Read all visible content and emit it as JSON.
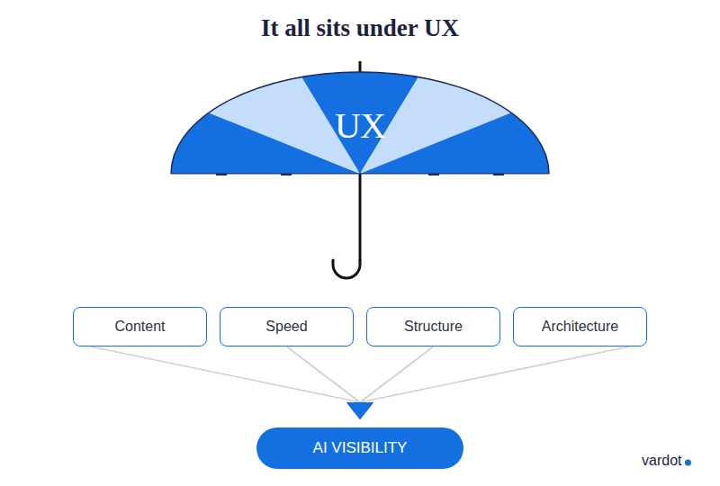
{
  "diagram": {
    "title": "It all sits under UX",
    "nodes": [
      {
        "text": [
          "UX"
        ]
      },
      {
        "text": [
          "Content"
        ]
      },
      {
        "text": [
          "Speed"
        ]
      },
      {
        "text": [
          "Structure"
        ]
      },
      {
        "text": [
          "Architecture"
        ]
      },
      {
        "text": [
          "AI VISIBILITY"
        ]
      }
    ],
    "edges": [
      {
        "from": 1,
        "to": 5,
        "arrow": "to"
      },
      {
        "from": 2,
        "to": 5,
        "arrow": "to"
      },
      {
        "from": 3,
        "to": 5,
        "arrow": "to"
      },
      {
        "from": 4,
        "to": 5,
        "arrow": "to"
      }
    ],
    "labels": [
      "vardot"
    ]
  }
}
